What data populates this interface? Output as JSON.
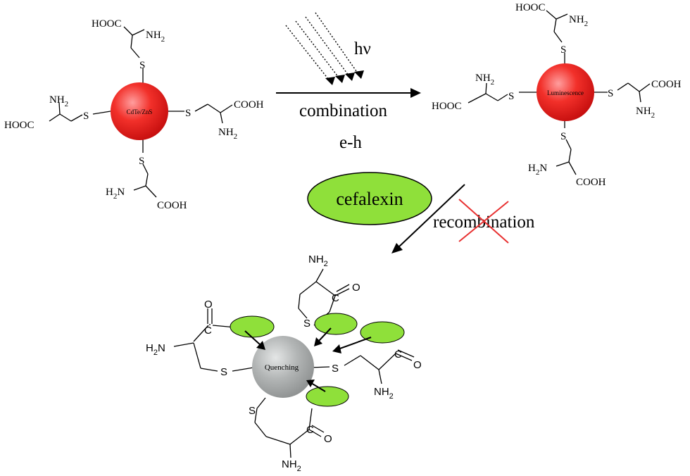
{
  "reaction": {
    "light_label": "hν",
    "combination_label": "combination",
    "eh_label": "e-h",
    "quencher_label": "cefalexin",
    "recombination_label": "recombination"
  },
  "particles": {
    "core_label": "CdTe/ZnS",
    "luminescent_label": "Luminescence",
    "quenched_label": "Quenching"
  },
  "groups": {
    "hooc": "HOOC",
    "cooh": "COOH",
    "nh2_n": "NH",
    "nh2_sub": "2",
    "h2n_h": "H",
    "h2n_sub": "2",
    "h2n_n": "N",
    "s": "S",
    "o": "O",
    "c": "C"
  },
  "colors": {
    "red_particle": "#e8231f",
    "gray_particle": "#a9acac",
    "green_oval": "#8fe03a",
    "cross_red": "#e83030"
  }
}
